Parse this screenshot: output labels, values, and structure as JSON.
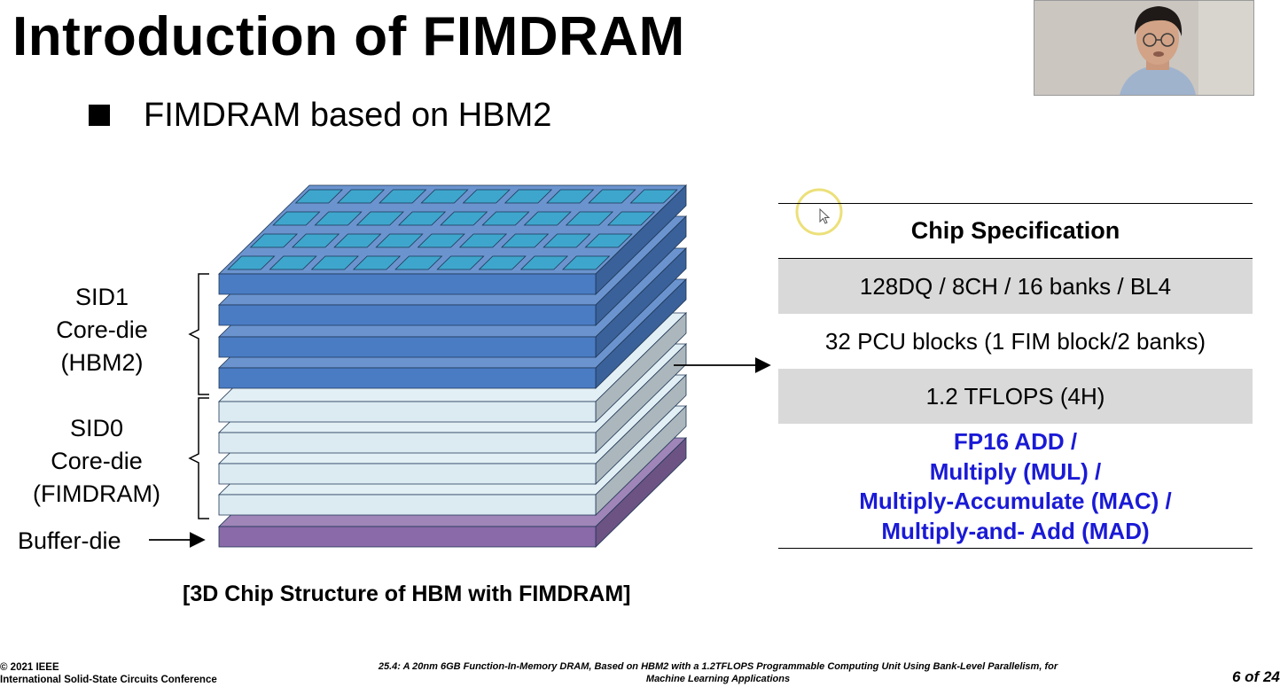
{
  "slide": {
    "title": "Introduction of FIMDRAM",
    "bullet": "FIMDRAM based on HBM2"
  },
  "diagram": {
    "labels": {
      "sid1_line1": "SID1",
      "sid1_line2": "Core-die",
      "sid1_line3": "(HBM2)",
      "sid0_line1": "SID0",
      "sid0_line2": "Core-die",
      "sid0_line3": "(FIMDRAM)",
      "buffer": "Buffer-die"
    },
    "caption": "[3D Chip Structure of HBM with FIMDRAM]",
    "colors": {
      "hbm2_die": "#4a7cc4",
      "fimdram_die": "#dcebf2",
      "buffer_die": "#8a6aa8",
      "pad": "#3ea6cc"
    }
  },
  "spec_table": {
    "header": "Chip Specification",
    "rows": [
      "128DQ / 8CH / 16 banks / BL4",
      "32 PCU blocks (1 FIM block/2 banks)",
      "1.2 TFLOPS (4H)"
    ],
    "ops": [
      "FP16 ADD /",
      "Multiply (MUL) /",
      "Multiply-Accumulate (MAC) /",
      "Multiply-and- Add (MAD)"
    ],
    "ops_color": "#1a1ad6"
  },
  "footer": {
    "copyright": "© 2021 IEEE",
    "conference": "International Solid-State Circuits Conference",
    "paper_line1": "25.4: A 20nm 6GB Function-In-Memory DRAM, Based on HBM2 with a 1.2TFLOPS Programmable Computing Unit Using Bank-Level Parallelism, for",
    "paper_line2": "Machine Learning Applications",
    "page": "6 of 24"
  }
}
